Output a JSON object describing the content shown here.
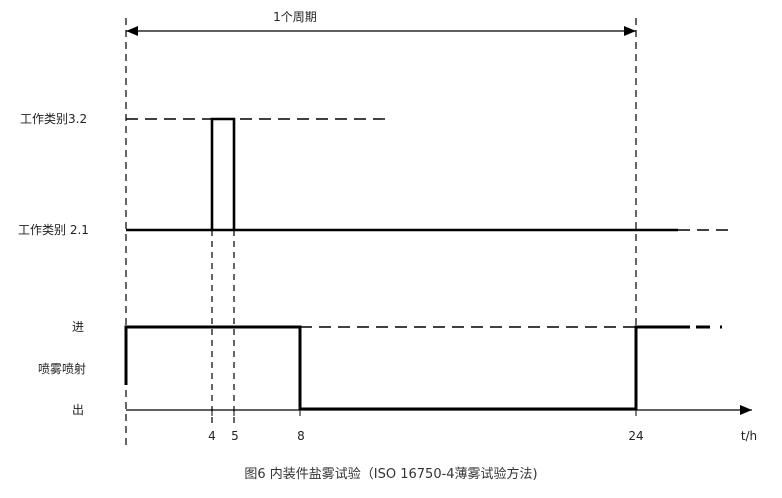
{
  "diagram": {
    "period_label": "1个周期",
    "y_labels": {
      "category_3_2": "工作类别3.2",
      "category_2_1": "工作类别 2.1",
      "in": "进",
      "spray": "喷雾喷射",
      "out": "出"
    },
    "x_ticks": [
      "4",
      "5",
      "8",
      "24"
    ],
    "x_unit": "t/h",
    "caption": "图6 内装件盐雾试验（ISO 16750-4薄雾试验方法)"
  },
  "colors": {
    "line": "#000000",
    "text": "#222222"
  }
}
